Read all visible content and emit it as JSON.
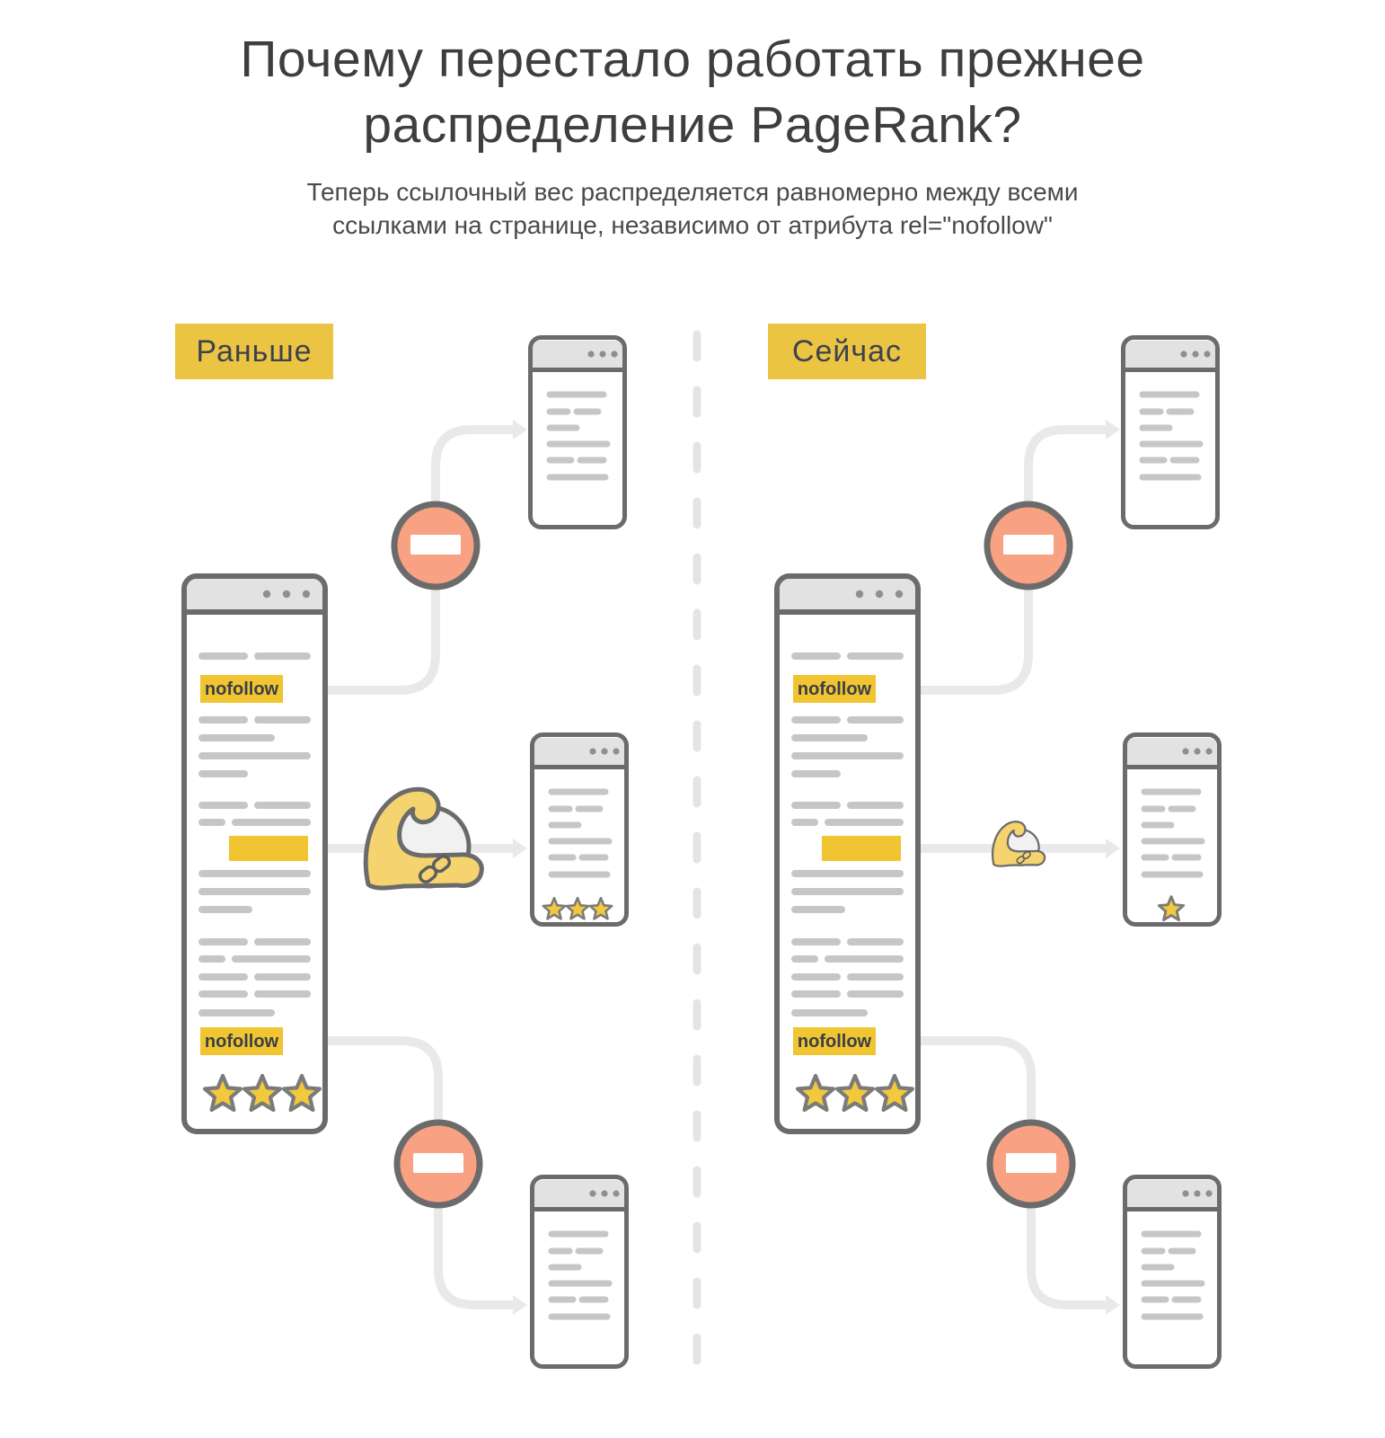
{
  "header": {
    "title_line1": "Почему перестало работать прежнее",
    "title_line2": "распределение PageRank?",
    "subtitle_line1": "Теперь ссылочный вес распределяется равномерно между всеми",
    "subtitle_line2": "ссылками на странице, независимо от атрибута rel=\"nofollow\""
  },
  "diagram": {
    "nofollow_label": "nofollow",
    "panels": [
      {
        "label": "Раньше",
        "link_strength_icon": "strong-link-muscle-icon",
        "source_page_stars": 3,
        "middle_target_page_stars": 3,
        "blocked_nofollow_links": 2,
        "nofollow_badges_on_source": 2
      },
      {
        "label": "Сейчас",
        "link_strength_icon": "weak-link-muscle-icon",
        "source_page_stars": 3,
        "middle_target_page_stars": 1,
        "blocked_nofollow_links": 2,
        "nofollow_badges_on_source": 2
      }
    ],
    "icons": [
      "no-entry-icon",
      "muscle-icon",
      "chain-link-icon",
      "star-icon",
      "arrow-icon",
      "browser-dots-icon"
    ],
    "colors": {
      "label_yellow": "#ecc444",
      "badge_yellow": "#f1c432",
      "star_fill": "#f2c83d",
      "blocked_fill": "#f8a183",
      "outline_gray": "#6b6b6b",
      "connector_gray": "#e9e9e9",
      "content_line_gray": "#c6c6c6",
      "header_fill": "#e2e2e2",
      "text_dark": "#3e3e3e"
    }
  }
}
